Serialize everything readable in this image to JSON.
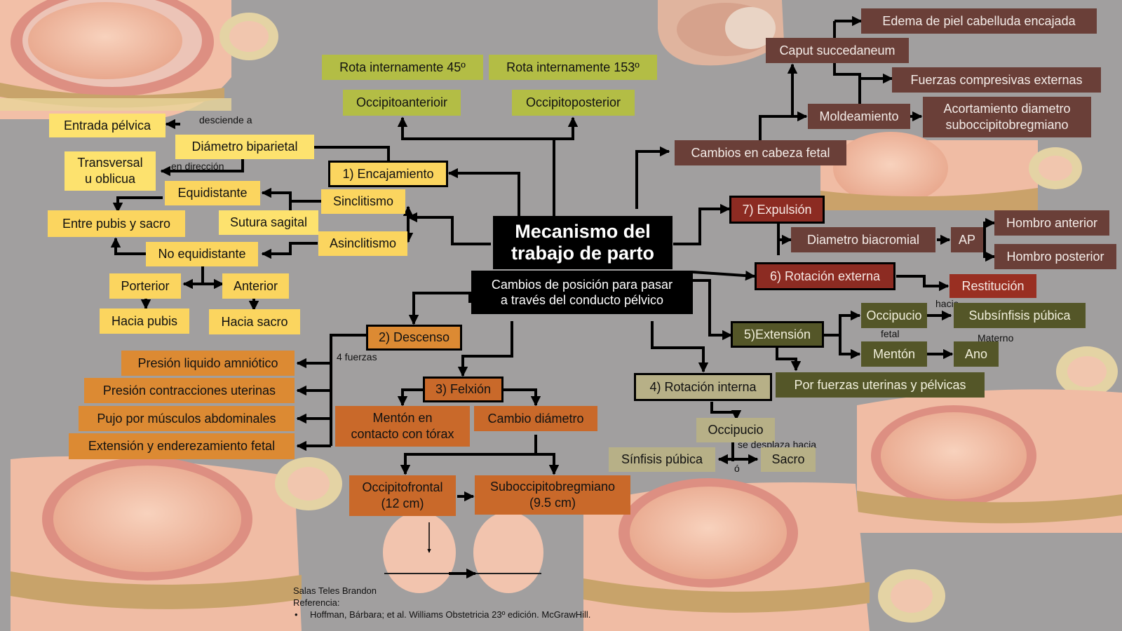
{
  "center": {
    "title": "Mecanismo del\ntrabajo de parto",
    "subtitle": "Cambios de posición para pasar\na través del conducto pélvico"
  },
  "steps": {
    "encajamiento": "1) Encajamiento",
    "descenso": "2) Descenso",
    "flexion": "3) Felxión",
    "rotacion_interna": "4) Rotación interna",
    "extension": "5)Extensión",
    "rotacion_externa": "6) Rotación externa",
    "expulsion": "7) Expulsión"
  },
  "encajamiento": {
    "diametro": "Diámetro biparietal",
    "entrada": "Entrada pélvica",
    "transversal": "Transversal\nu oblicua",
    "desciende": "desciende a",
    "direccion": "en dirección",
    "sinclitismo": "Sinclitismo",
    "asinclitismo": "Asinclitismo",
    "equidistante": "Equidistante",
    "sutura": "Sutura sagital",
    "entre": "Entre pubis y sacro",
    "no_equidistante": "No equidistante",
    "porterior": "Porterior",
    "anterior": "Anterior",
    "hacia_pubis": "Hacia pubis",
    "hacia_sacro": "Hacia sacro"
  },
  "top": {
    "occ_ant": "Occipitoanterioir",
    "occ_post": "Occipitoposterior",
    "rota45": "Rota internamente 45º",
    "rota153": "Rota internamente 153º"
  },
  "descenso": {
    "fuerzas": "4 fuerzas",
    "f1": "Presión liquido amniótico",
    "f2": "Presión contracciones uterinas",
    "f3": "Pujo por músculos abdominales",
    "f4": "Extensión y enderezamiento fetal"
  },
  "flexion": {
    "menton": "Mentón en\ncontacto con tórax",
    "cambio": "Cambio diámetro",
    "occipitofrontal": "Occipitofrontal\n(12 cm)",
    "suboccipito": "Suboccipitobregmiano\n(9.5 cm)"
  },
  "rotacion_interna": {
    "occipucio": "Occipucio",
    "desplaza": "se desplaza hacia",
    "sinfisis": "Sínfisis púbica",
    "sacro": "Sacro",
    "o": "ó"
  },
  "extension": {
    "occipucio": "Occipucio",
    "fetal": "fetal",
    "hacia": "hacia",
    "subsinfisis": "Subsínfisis púbica",
    "menton": "Mentón",
    "materno": "Materno",
    "ano": "Ano",
    "fuerzas": "Por fuerzas uterinas y pélvicas"
  },
  "rotacion_externa": {
    "restitucion": "Restitución"
  },
  "expulsion": {
    "biacromial": "Diametro biacromial",
    "ap": "AP",
    "hombro_ant": "Hombro anterior",
    "hombro_post": "Hombro posterior"
  },
  "cabeza": {
    "cambios": "Cambios en cabeza fetal",
    "caput": "Caput succedaneum",
    "edema": "Edema de piel cabelluda encajada",
    "moldeamiento": "Moldeamiento",
    "fuerzas": "Fuerzas compresivas externas",
    "acortamiento": "Acortamiento diametro\nsuboccipitobregmiano"
  },
  "reference": {
    "author": "Salas Teles Brandon",
    "label": "Referencia:",
    "citation": "Hoffman, Bárbara; et al. Williams Obstetricia 23º edición. McGrawHill."
  }
}
